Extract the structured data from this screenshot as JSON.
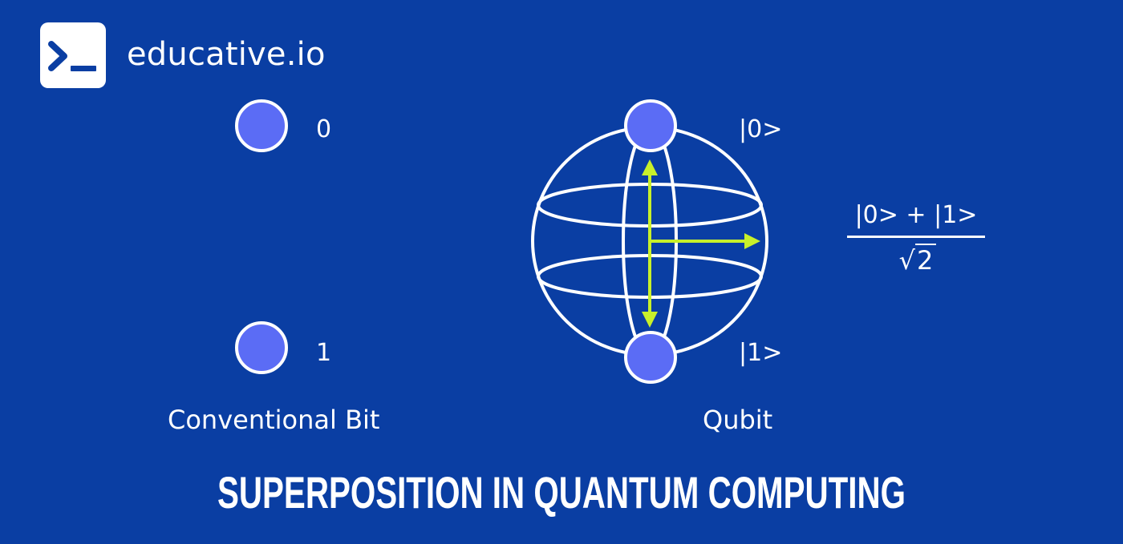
{
  "brand": {
    "logo_icon": "terminal-prompt-icon",
    "name": "educative.io"
  },
  "conventional_bit": {
    "state_zero": "0",
    "state_one": "1",
    "caption": "Conventional Bit"
  },
  "qubit": {
    "state_zero": "|0>",
    "state_one": "|1>",
    "caption": "Qubit",
    "formula": {
      "numerator": "|0> + |1>",
      "denominator_root": "√",
      "denominator_value": "2"
    }
  },
  "title": "SUPERPOSITION IN QUANTUM COMPUTING",
  "colors": {
    "background": "#0a3ea3",
    "node_fill": "#5b6cf5",
    "line": "#ffffff",
    "arrow": "#c8f02a"
  }
}
